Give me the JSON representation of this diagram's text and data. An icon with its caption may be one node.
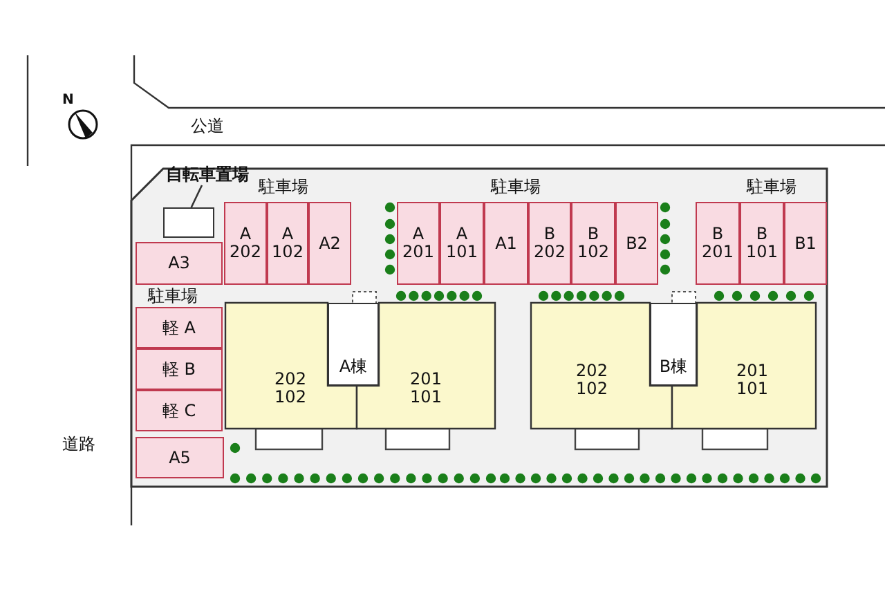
{
  "diagram": {
    "nodes": [
      {
        "text": [
          "自転車置場"
        ]
      },
      {
        "text": [],
        "shape": "box"
      },
      {
        "text": [
          "A3"
        ]
      },
      {
        "text": [
          "A 202"
        ]
      },
      {
        "text": [
          "A 102"
        ]
      },
      {
        "text": [
          "A2"
        ]
      },
      {
        "text": [
          "A 201"
        ]
      },
      {
        "text": [
          "A 101"
        ]
      },
      {
        "text": [
          "A1"
        ]
      },
      {
        "text": [
          "B 202"
        ]
      },
      {
        "text": [
          "B 102"
        ]
      },
      {
        "text": [
          "B2"
        ]
      },
      {
        "text": [
          "B 201"
        ]
      },
      {
        "text": [
          "B 101"
        ]
      },
      {
        "text": [
          "B1"
        ]
      },
      {
        "text": [
          "軽 A"
        ]
      },
      {
        "text": [
          "軽 B"
        ]
      },
      {
        "text": [
          "軽 C"
        ]
      },
      {
        "text": [
          "A5"
        ]
      },
      {
        "text": [
          "202 102"
        ]
      },
      {
        "text": [
          "A棟"
        ]
      },
      {
        "text": [
          "201 101"
        ]
      },
      {
        "text": [
          "202 102"
        ]
      },
      {
        "text": [
          "B棟"
        ]
      },
      {
        "text": [
          "201 101"
        ]
      }
    ],
    "edges": [
      {
        "from": 0,
        "to": 1,
        "arrow": "none"
      }
    ],
    "labels": [
      "N",
      "公道",
      "駐車場",
      "駐車場",
      "駐車場",
      "駐車場",
      "道路"
    ]
  }
}
